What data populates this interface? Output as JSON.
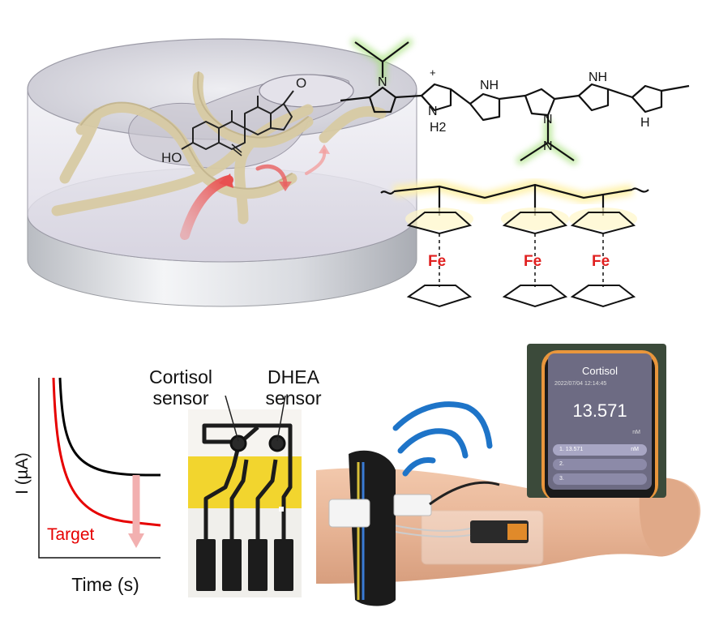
{
  "chemistry": {
    "hydroxyl_label": "HO",
    "ketone_label": "O",
    "polymer_atoms": {
      "n": "N",
      "nh": "NH",
      "h": "H",
      "h2": "H2",
      "plus": "+"
    },
    "iron_label": "Fe"
  },
  "graph": {
    "ylabel": "I (µA)",
    "xlabel": "Time (s)",
    "target_label": "Target"
  },
  "sensor_labels": {
    "cortisol_line1": "Cortisol",
    "cortisol_line2": "sensor",
    "dhea_line1": "DHEA",
    "dhea_line2": "sensor"
  },
  "phone": {
    "app_title": "Cortisol",
    "timestamp": "2022/07/04 12:14:45",
    "reading": "13.571",
    "unit": "nM",
    "list": [
      {
        "index": "1.",
        "value": "13.571",
        "unit": "nM"
      },
      {
        "index": "2.",
        "value": "",
        "unit": ""
      },
      {
        "index": "3.",
        "value": "",
        "unit": ""
      }
    ]
  },
  "colors": {
    "amine_glow": "#a6e07a",
    "backbone_glow": "#fff1a8",
    "iron": "#e02020",
    "target_curve": "#e60000",
    "baseline_curve": "#000000",
    "arrow": "#f08a8a",
    "wifi": "#1e74c8",
    "strip_yellow": "#f2d52e"
  }
}
